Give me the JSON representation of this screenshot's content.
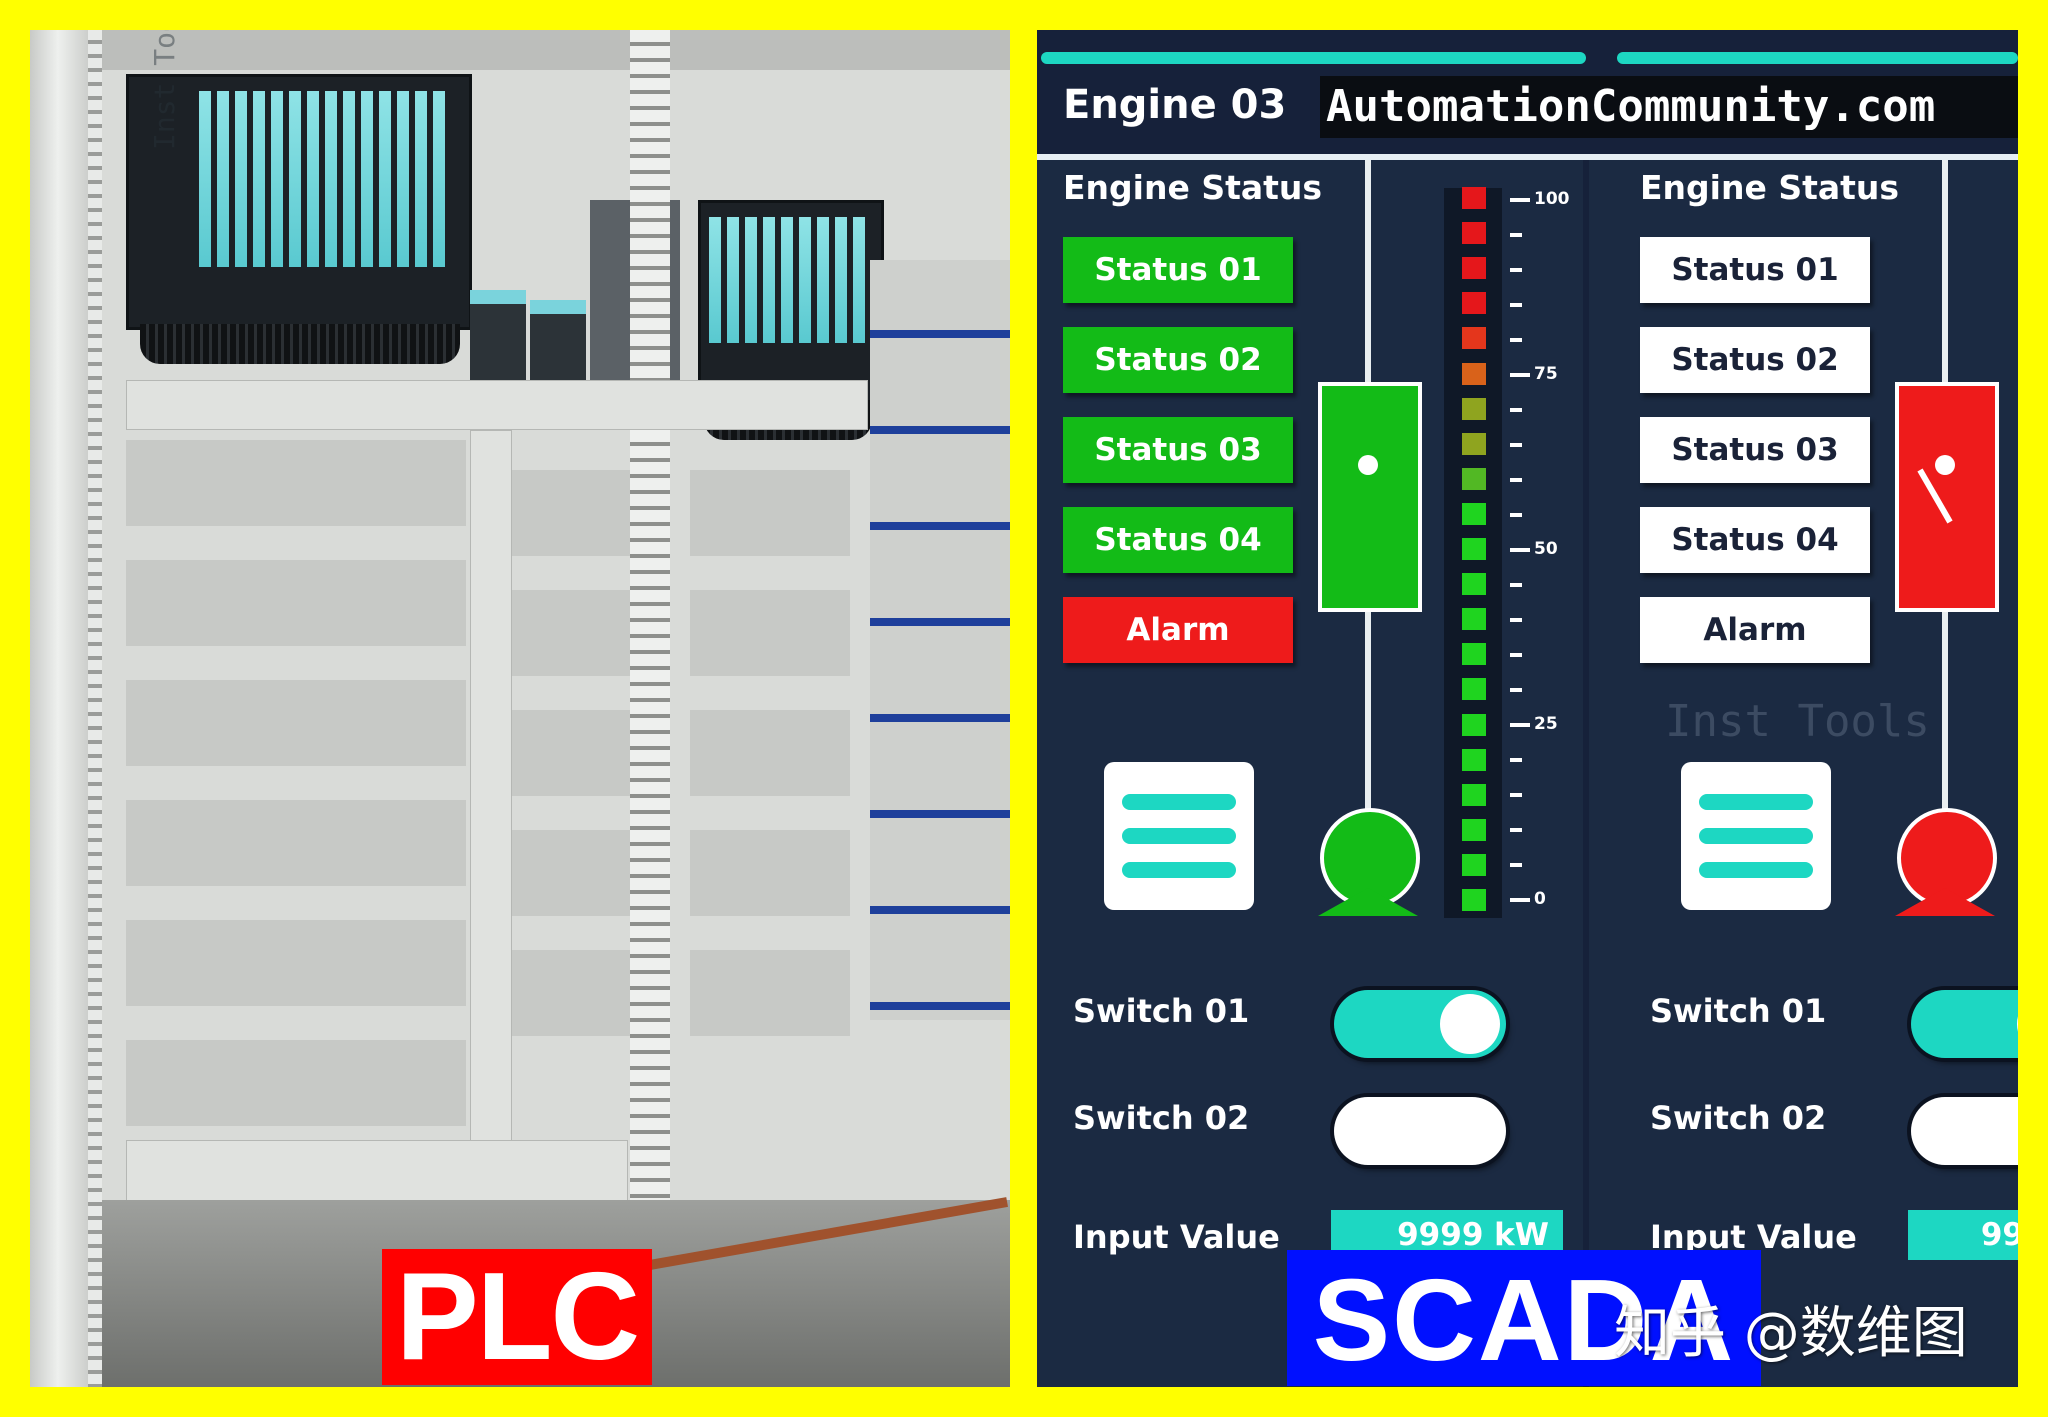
{
  "plc": {
    "label": "PLC",
    "watermark": "Inst Tools"
  },
  "scada": {
    "label": "SCADA",
    "title": "Engine 03",
    "site": "AutomationCommunity.com",
    "watermark": "Inst Tools",
    "colors": {
      "background": "#16213a",
      "accent": "#1dd7c2",
      "ok": "#13bb17",
      "alarm": "#ee1b1b"
    },
    "left_panel": {
      "section_title": "Engine Status",
      "statuses": [
        {
          "label": "Status 01",
          "state": "on"
        },
        {
          "label": "Status 02",
          "state": "on"
        },
        {
          "label": "Status 03",
          "state": "on"
        },
        {
          "label": "Status 04",
          "state": "on"
        },
        {
          "label": "Alarm",
          "state": "alarm"
        }
      ],
      "valve_state": "open",
      "pump_state": "running",
      "switches": [
        {
          "label": "Switch 01",
          "on": true
        },
        {
          "label": "Switch 02",
          "on": false
        }
      ],
      "input_label": "Input Value",
      "input_value": "9999 kW"
    },
    "right_panel": {
      "section_title": "Engine Status",
      "statuses": [
        {
          "label": "Status 01",
          "state": "off"
        },
        {
          "label": "Status 02",
          "state": "off"
        },
        {
          "label": "Status 03",
          "state": "off"
        },
        {
          "label": "Status 04",
          "state": "off"
        },
        {
          "label": "Alarm",
          "state": "off"
        }
      ],
      "valve_state": "closed",
      "pump_state": "stopped",
      "switches": [
        {
          "label": "Switch 01",
          "on": true
        },
        {
          "label": "Switch 02",
          "on": false
        }
      ],
      "input_label": "Input Value",
      "input_value": "99"
    },
    "level_meter": {
      "tick_labels": [
        "100",
        "75",
        "50",
        "25",
        "0"
      ],
      "segments": 21
    }
  },
  "watermark_credit": "知乎 @数维图"
}
